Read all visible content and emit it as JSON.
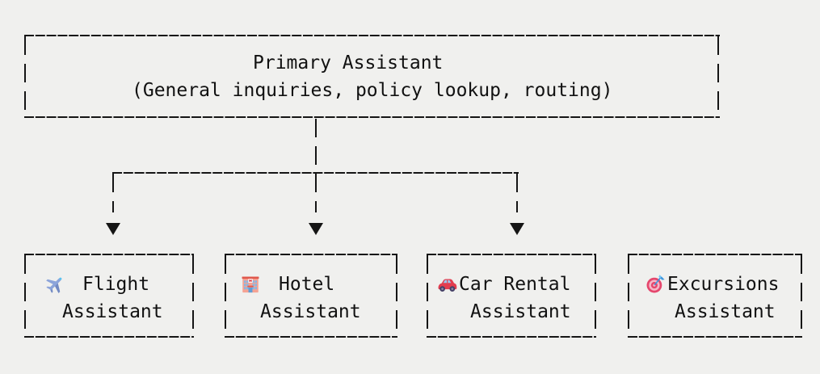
{
  "diagram": {
    "colors": {
      "background": "#f0f0ee",
      "ink": "#151515",
      "flight_icon_blue": "#8ca4da",
      "hotel_icon_salmon": "#f5a394",
      "car_icon_red": "#e33d4f",
      "target_icon_pink": "#e5476d"
    },
    "root": {
      "title": "Primary Assistant",
      "subtitle": "(General inquiries, policy lookup, routing)"
    },
    "connector": {
      "arrow_glyph": "▼",
      "arrow_count": 3
    },
    "children": [
      {
        "icon": "airplane-icon",
        "name": "Flight",
        "role": "Assistant"
      },
      {
        "icon": "hotel-icon",
        "name": "Hotel",
        "role": "Assistant"
      },
      {
        "icon": "car-icon",
        "name": "Car Rental",
        "role": "Assistant"
      },
      {
        "icon": "target-icon",
        "name": "Excursions",
        "role": "Assistant"
      }
    ]
  }
}
